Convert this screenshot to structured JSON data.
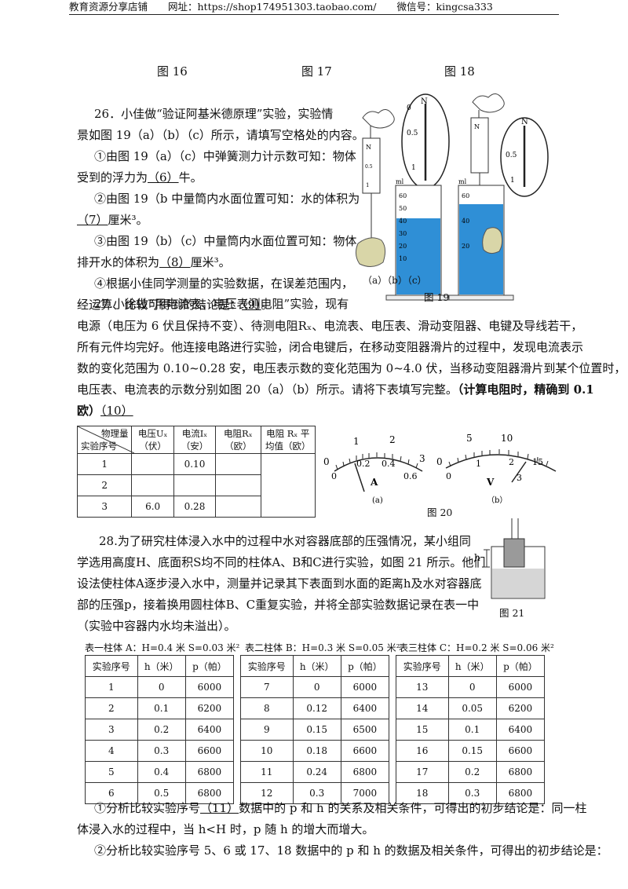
{
  "header": {
    "shop": "教育资源分享店铺",
    "url": "网址：https://shop174951303.taobao.com/",
    "wechat": "微信号：kingcsa333"
  },
  "top_captions": [
    "图 16",
    "图 17",
    "图 18"
  ],
  "q26": {
    "lines": [
      "26．小佳做“验证阿基米德原理”实验，实验情",
      "景如图 19（a）（b）（c）所示，请填写空格处的内容。",
      "①由图 19（a）（c）中弹簧测力计示数可知：物体",
      "受到的浮力为",
      "（6）",
      "牛。",
      "②由图 19（b 中量筒内水面位置可知：水的体积为",
      "（7）",
      "厘米³。",
      "③由图 19（b）（c）中量筒内水面位置可知：物体",
      "排开水的体积为",
      "（8）",
      "厘米³。",
      "④根据小佳同学测量的实验数据，在误差范围内，",
      "经运算、比较可得到的结论是：",
      "（9）",
      "。"
    ],
    "fig_sub": "（a）（b）（c）",
    "fig_caption": "图 19",
    "scale_labels": [
      "N",
      "0",
      "0.5",
      "1",
      "ml"
    ],
    "cyl_ticks": [
      "60",
      "50",
      "40",
      "30",
      "20",
      "10"
    ]
  },
  "q27": {
    "line1": "27.小徐做“用电流表、电压表测电阻”实验，现有",
    "line2": "电源（电压为 6 伏且保持不变）、待测电阻Rₓ、电流表、电压表、滑动变阻器、电键及导线若干，",
    "line3": "所有元件均完好。他连接电路进行实验，闭合电键后，在移动变阻器滑片的过程中，发现电流表示",
    "line4": "数的变化范围为 0.10~0.28 安，电压表示数的变化范围为 0~4.0 伏，当移动变阻器滑片到某个位置时，",
    "line5": "电压表、电流表的示数分别如图 20（a）（b）所示。请将下表填写完整。",
    "line5_bold": "（计算电阻时，精确到 0.1",
    "line6_bold": "欧）",
    "blank": "（10）",
    "table_head": [
      "物理量",
      "实验序号",
      "电压Uₓ",
      "（伏）",
      "电流Iₓ",
      "（安）",
      "电阻Rₓ",
      "（欧）",
      "电阻 Rₓ 平",
      "均值（欧）"
    ],
    "table_rows": [
      [
        "1",
        "",
        "0.10",
        ""
      ],
      [
        "2",
        "",
        "",
        ""
      ],
      [
        "3",
        "6.0",
        "0.28",
        ""
      ]
    ],
    "ammeter": {
      "top": [
        "0",
        "1",
        "2",
        "3"
      ],
      "bottom": [
        "0",
        "0.2",
        "0.4",
        "0.6"
      ],
      "letter": "A",
      "sub": "(a)"
    },
    "voltmeter": {
      "top": [
        "0",
        "5",
        "10",
        "15"
      ],
      "bottom": [
        "0",
        "1",
        "2",
        "3"
      ],
      "letter": "V",
      "sub": "（b）"
    },
    "fig_caption": "图 20"
  },
  "q28": {
    "lines": [
      "28.为了研究柱体浸入水中的过程中水对容器底部的压强情况，某小组同",
      "学选用高度H、底面积S均不同的柱体A、B和C进行实验，如图 21 所示。他们",
      "设法使柱体A逐步浸入水中，测量并记录其下表面到水面的距离h及水对容器底",
      "部的压强p，接着换用圆柱体B、C重复实验，并将全部实验数据记录在表一中",
      "（实验中容器内水均未溢出）。"
    ],
    "fig_label": "h",
    "fig_caption": "图 21",
    "tables": [
      {
        "title": "表一柱体 A：H=0.4 米 S=0.03 米²",
        "head": [
          "实验序号",
          "h（米）",
          "p（帕）"
        ],
        "rows": [
          [
            "1",
            "0",
            "6000"
          ],
          [
            "2",
            "0.1",
            "6200"
          ],
          [
            "3",
            "0.2",
            "6400"
          ],
          [
            "4",
            "0.3",
            "6600"
          ],
          [
            "5",
            "0.4",
            "6800"
          ],
          [
            "6",
            "0.5",
            "6800"
          ]
        ]
      },
      {
        "title": "表二柱体 B：H=0.3 米 S=0.05 米²",
        "head": [
          "实验序号",
          "h（米）",
          "p（帕）"
        ],
        "rows": [
          [
            "7",
            "0",
            "6000"
          ],
          [
            "8",
            "0.12",
            "6400"
          ],
          [
            "9",
            "0.15",
            "6500"
          ],
          [
            "10",
            "0.18",
            "6600"
          ],
          [
            "11",
            "0.24",
            "6800"
          ],
          [
            "12",
            "0.3",
            "7000"
          ]
        ]
      },
      {
        "title": "表三柱体 C：H=0.2 米 S=0.06 米²",
        "head": [
          "实验序号",
          "h（米）",
          "p（帕）"
        ],
        "rows": [
          [
            "13",
            "0",
            "6000"
          ],
          [
            "14",
            "0.05",
            "6200"
          ],
          [
            "15",
            "0.1",
            "6400"
          ],
          [
            "16",
            "0.15",
            "6600"
          ],
          [
            "17",
            "0.2",
            "6800"
          ],
          [
            "18",
            "0.3",
            "6800"
          ]
        ]
      }
    ],
    "c1_pre": "①分析比较实验序号",
    "c1_blank": "（11）",
    "c1_post": "数据中的 p 和 h 的关系及相关条件，可得出的初步结论是：同一柱",
    "c1_line2": "体浸入水的过程中，当 h<H 时，p 随 h 的增大而增大。",
    "c2": "②分析比较实验序号 5、6 或 17、18 数据中的 p 和 h 的数据及相关条件，可得出的初步结论是："
  }
}
